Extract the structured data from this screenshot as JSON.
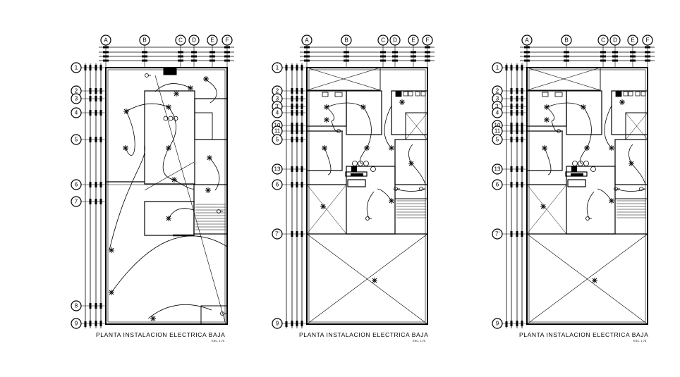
{
  "plans": [
    {
      "title": "PLANTA INSTALACION ELECTRICA  BAJA",
      "scale": "ESC. 1:75",
      "col_axes": [
        "A",
        "B",
        "C",
        "D",
        "E",
        "F"
      ],
      "row_axes": [
        "1",
        "2",
        "3",
        "4",
        "5",
        "6",
        "7",
        "8",
        "9"
      ]
    },
    {
      "title": "PLANTA INSTALACION ELECTRICA  BAJA",
      "scale": "ESC. 1:75",
      "col_axes": [
        "A",
        "B",
        "C",
        "D",
        "E",
        "F"
      ],
      "row_axes": [
        "1",
        "2",
        "3",
        "3'",
        "4",
        "10",
        "11",
        "5",
        "13",
        "6",
        "7'",
        "9"
      ]
    },
    {
      "title": "PLANTA INSTALACION ELECTRICA  BAJA",
      "scale": "ESC. 1:75",
      "col_axes": [
        "A",
        "B",
        "C",
        "D",
        "E",
        "F"
      ],
      "row_axes": [
        "1",
        "2",
        "3",
        "3'",
        "4",
        "10",
        "11",
        "5",
        "13",
        "6",
        "7'",
        "9"
      ]
    }
  ]
}
